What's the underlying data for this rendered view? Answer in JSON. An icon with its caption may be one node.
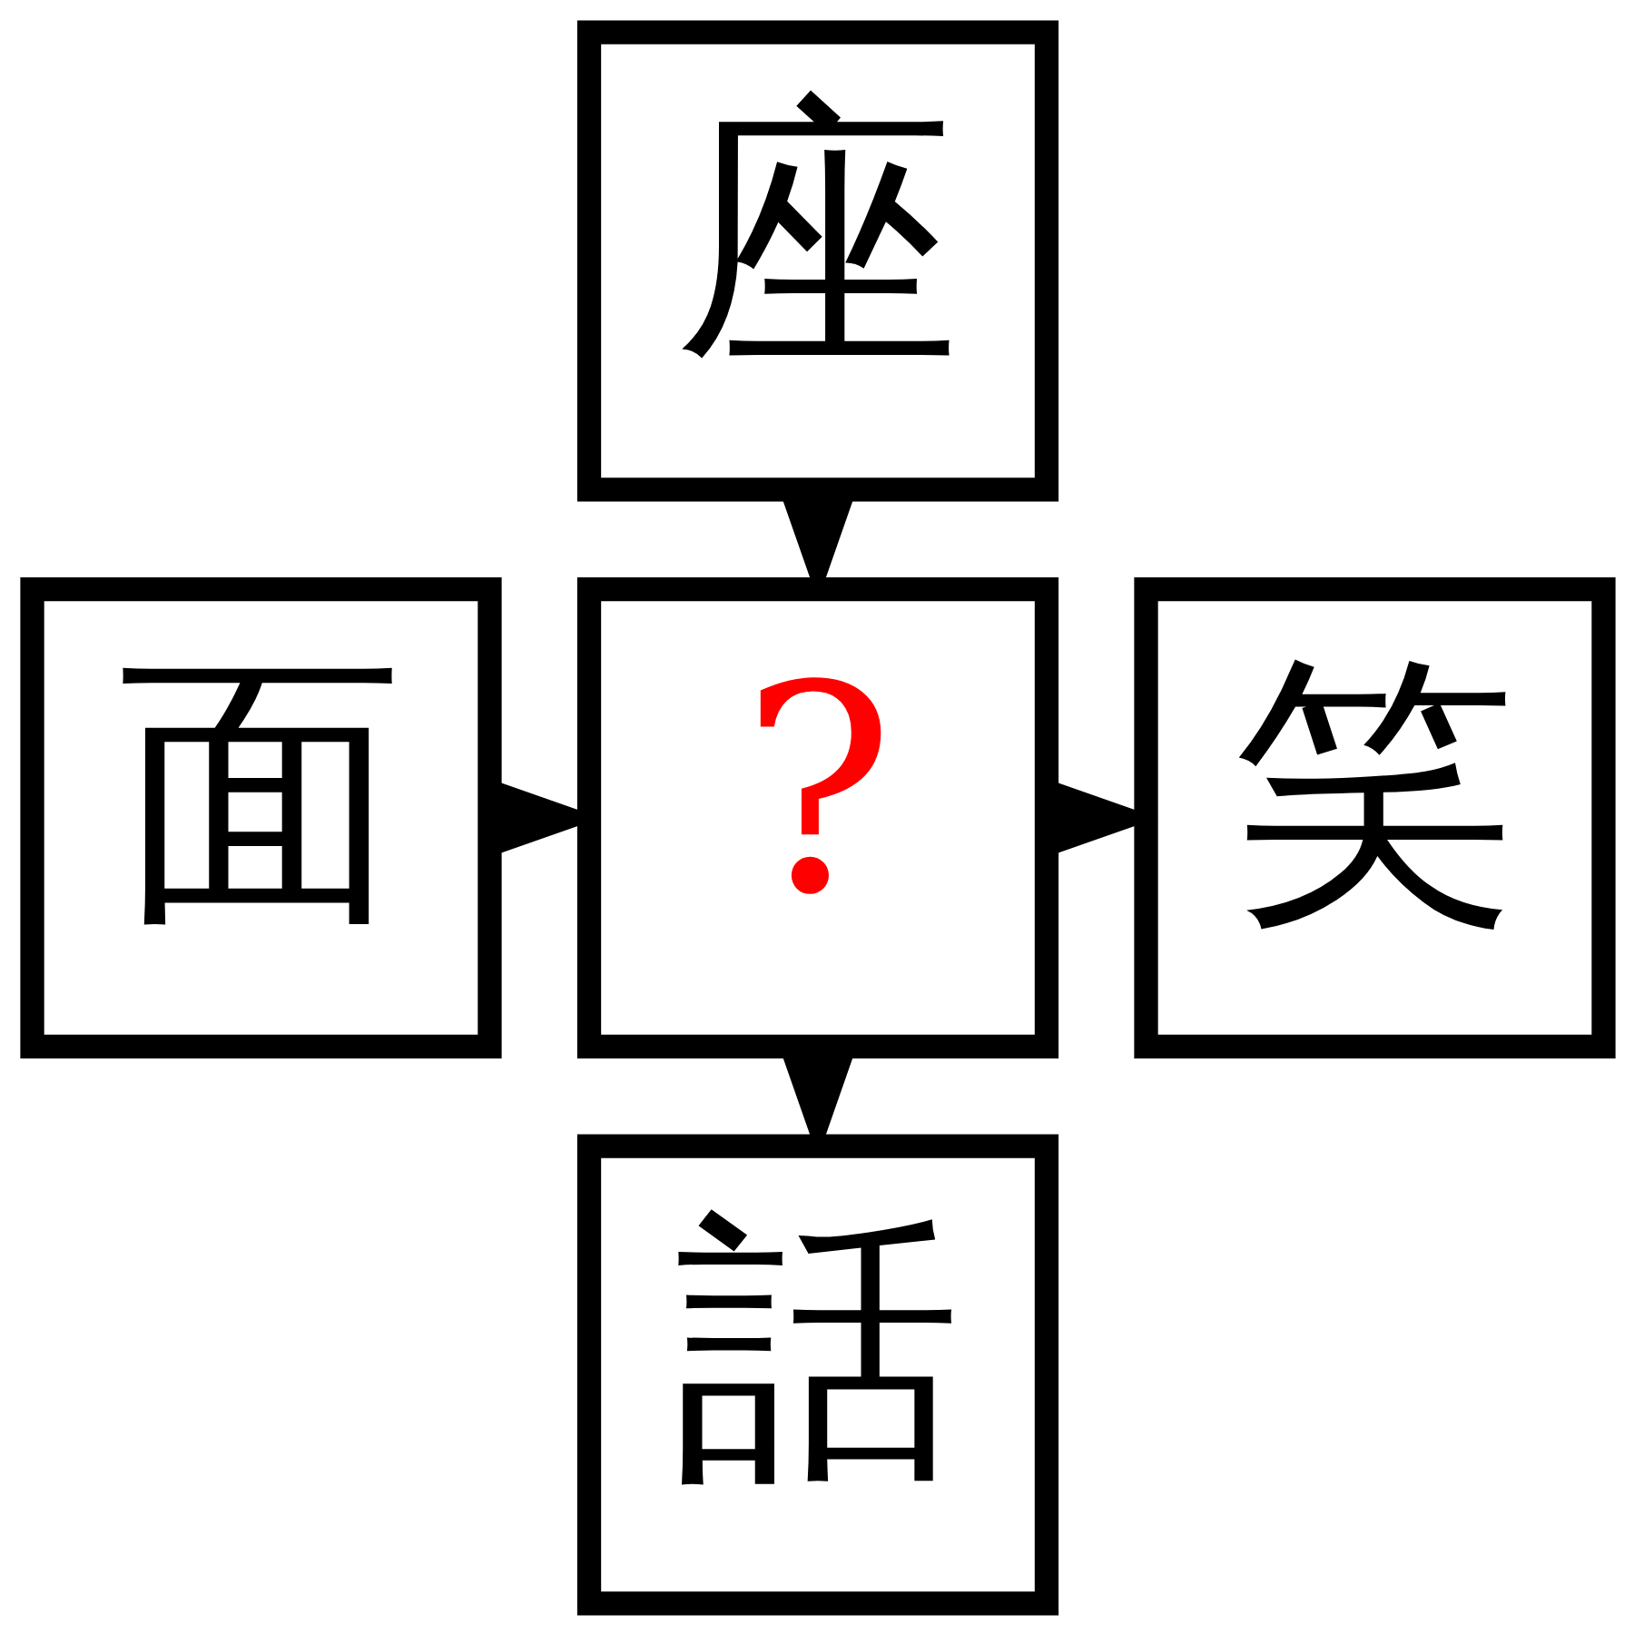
{
  "diagram": {
    "nodes": [
      {
        "text": [
          "座"
        ]
      },
      {
        "text": [
          "面"
        ]
      },
      {
        "text": [
          "?"
        ]
      },
      {
        "text": [
          "笑"
        ]
      },
      {
        "text": [
          "話"
        ]
      }
    ],
    "edges": [
      {
        "from": 0,
        "to": 2,
        "arrow": "to"
      },
      {
        "from": 1,
        "to": 2,
        "arrow": "to"
      },
      {
        "from": 2,
        "to": 3,
        "arrow": "to"
      },
      {
        "from": 2,
        "to": 4,
        "arrow": "to"
      }
    ]
  }
}
